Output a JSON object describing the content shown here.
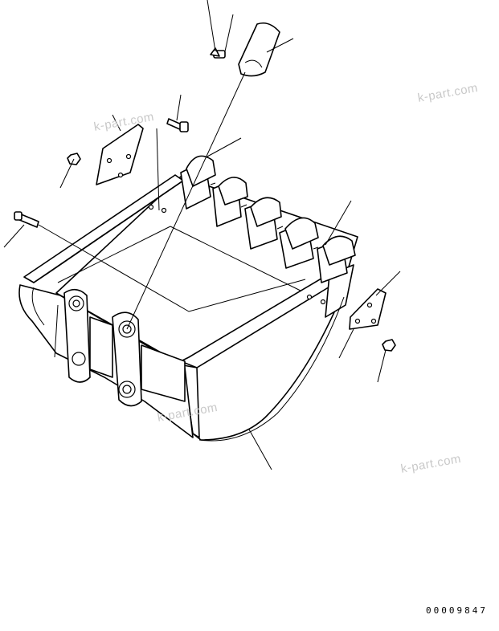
{
  "drawing": {
    "drawing_number": "00009847"
  },
  "watermarks": [
    {
      "text": "k-part.com"
    },
    {
      "text": "k-part.com"
    },
    {
      "text": "k-part.com"
    },
    {
      "text": "k-part.com"
    }
  ],
  "parts": [
    {
      "icon": "bucket-body-icon"
    },
    {
      "icon": "tooth-adapter-icon"
    },
    {
      "icon": "bucket-tooth-icon"
    },
    {
      "icon": "tooth-pin-icon"
    },
    {
      "icon": "lock-washer-icon"
    },
    {
      "icon": "side-cutter-icon"
    },
    {
      "icon": "bolt-icon"
    },
    {
      "icon": "nut-icon"
    }
  ]
}
